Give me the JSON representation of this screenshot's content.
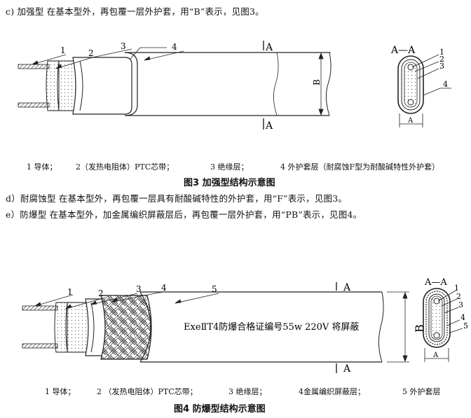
{
  "para_c": "c) 加强型 在基本型外，再包覆一层外护套，用“B”表示，见图3。",
  "fig3": {
    "callouts": [
      "1",
      "2",
      "3",
      "4"
    ],
    "section_label": "A",
    "dim_label": "B",
    "section_title": "A—A",
    "section_numbers": [
      "1",
      "2",
      "3",
      "4"
    ],
    "section_dim": "A",
    "legend": [
      "1 导体；",
      "2（发热电阻体）PTC芯带；",
      "3 绝缘层；",
      "4 外护套层（耐腐蚀F型为耐酸碱特性外护套）"
    ],
    "caption": "图3 加强型结构示意图"
  },
  "para_d": "d）耐腐蚀型 在基本型外，再包覆一层具有耐酸碱特性的外护套，用“F”表示，见图3。",
  "para_e": "e）防爆型 在基本型外，加金属编织屏蔽层后，再包覆一层外护套，用“PB”表示，见图4。",
  "fig4": {
    "callouts": [
      "1",
      "2",
      "3",
      "4",
      "5"
    ],
    "section_label": "A",
    "dim_label": "B",
    "cable_text": "ExeⅡT4防爆合格证编号55w 220V 将屏蔽",
    "section_title": "A—A",
    "section_numbers": [
      "1",
      "2",
      "3",
      "4",
      "5"
    ],
    "section_dim": "A",
    "legend": [
      "1 导体；",
      "2 （发热电阻体）PTC芯带；",
      "3 绝缘层；",
      "4金属编织屏蔽层；",
      "5 外护套层"
    ],
    "caption": "图4 防爆型结构示意图"
  }
}
